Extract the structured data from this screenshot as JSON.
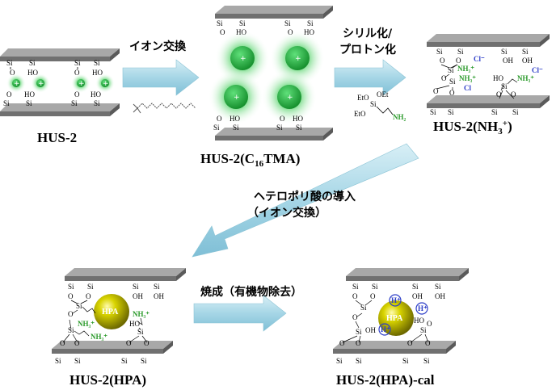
{
  "labels": {
    "hus2": "HUS-2",
    "hus2_c16tma_pre": "HUS-2(C",
    "hus2_c16tma_sub": "16",
    "hus2_c16tma_post": "TMA)",
    "hus2_nh3_pre": "HUS-2(NH",
    "hus2_nh3_sub": "3",
    "hus2_nh3_sup": "+",
    "hus2_nh3_post": ")",
    "hus2_hpa": "HUS-2(HPA)",
    "hus2_hpa_cal": "HUS-2(HPA)-cal"
  },
  "steps": {
    "ion_exchange": "イオン交換",
    "silylation_1": "シリル化/",
    "silylation_2": "プロトン化",
    "hpa_intro_1": "ヘテロポリ酸の導入",
    "hpa_intro_2": "（イオン交換）",
    "calcination": "焼成（有機物除去）"
  },
  "chem": {
    "si": "Si",
    "o": "O",
    "ho": "HO",
    "oh": "OH",
    "nh3": "NH₃⁺",
    "cl": "Cl⁻",
    "cl_plain": "Cl",
    "hpa": "HPA",
    "hplus": "H⁺",
    "plus": "+",
    "eto": "EtO",
    "oet": "OEt",
    "nh2": "NH₂"
  },
  "colors": {
    "slab_top": "#9a9a9a",
    "slab_front": "#6e6e6e",
    "glow": "#38c24a",
    "cation": "#1f9e35",
    "arrow": "#a9d8e6",
    "hpa_ball": "#b8b400",
    "nh3": "#2a9a2a",
    "cl": "#2e3fc8"
  }
}
